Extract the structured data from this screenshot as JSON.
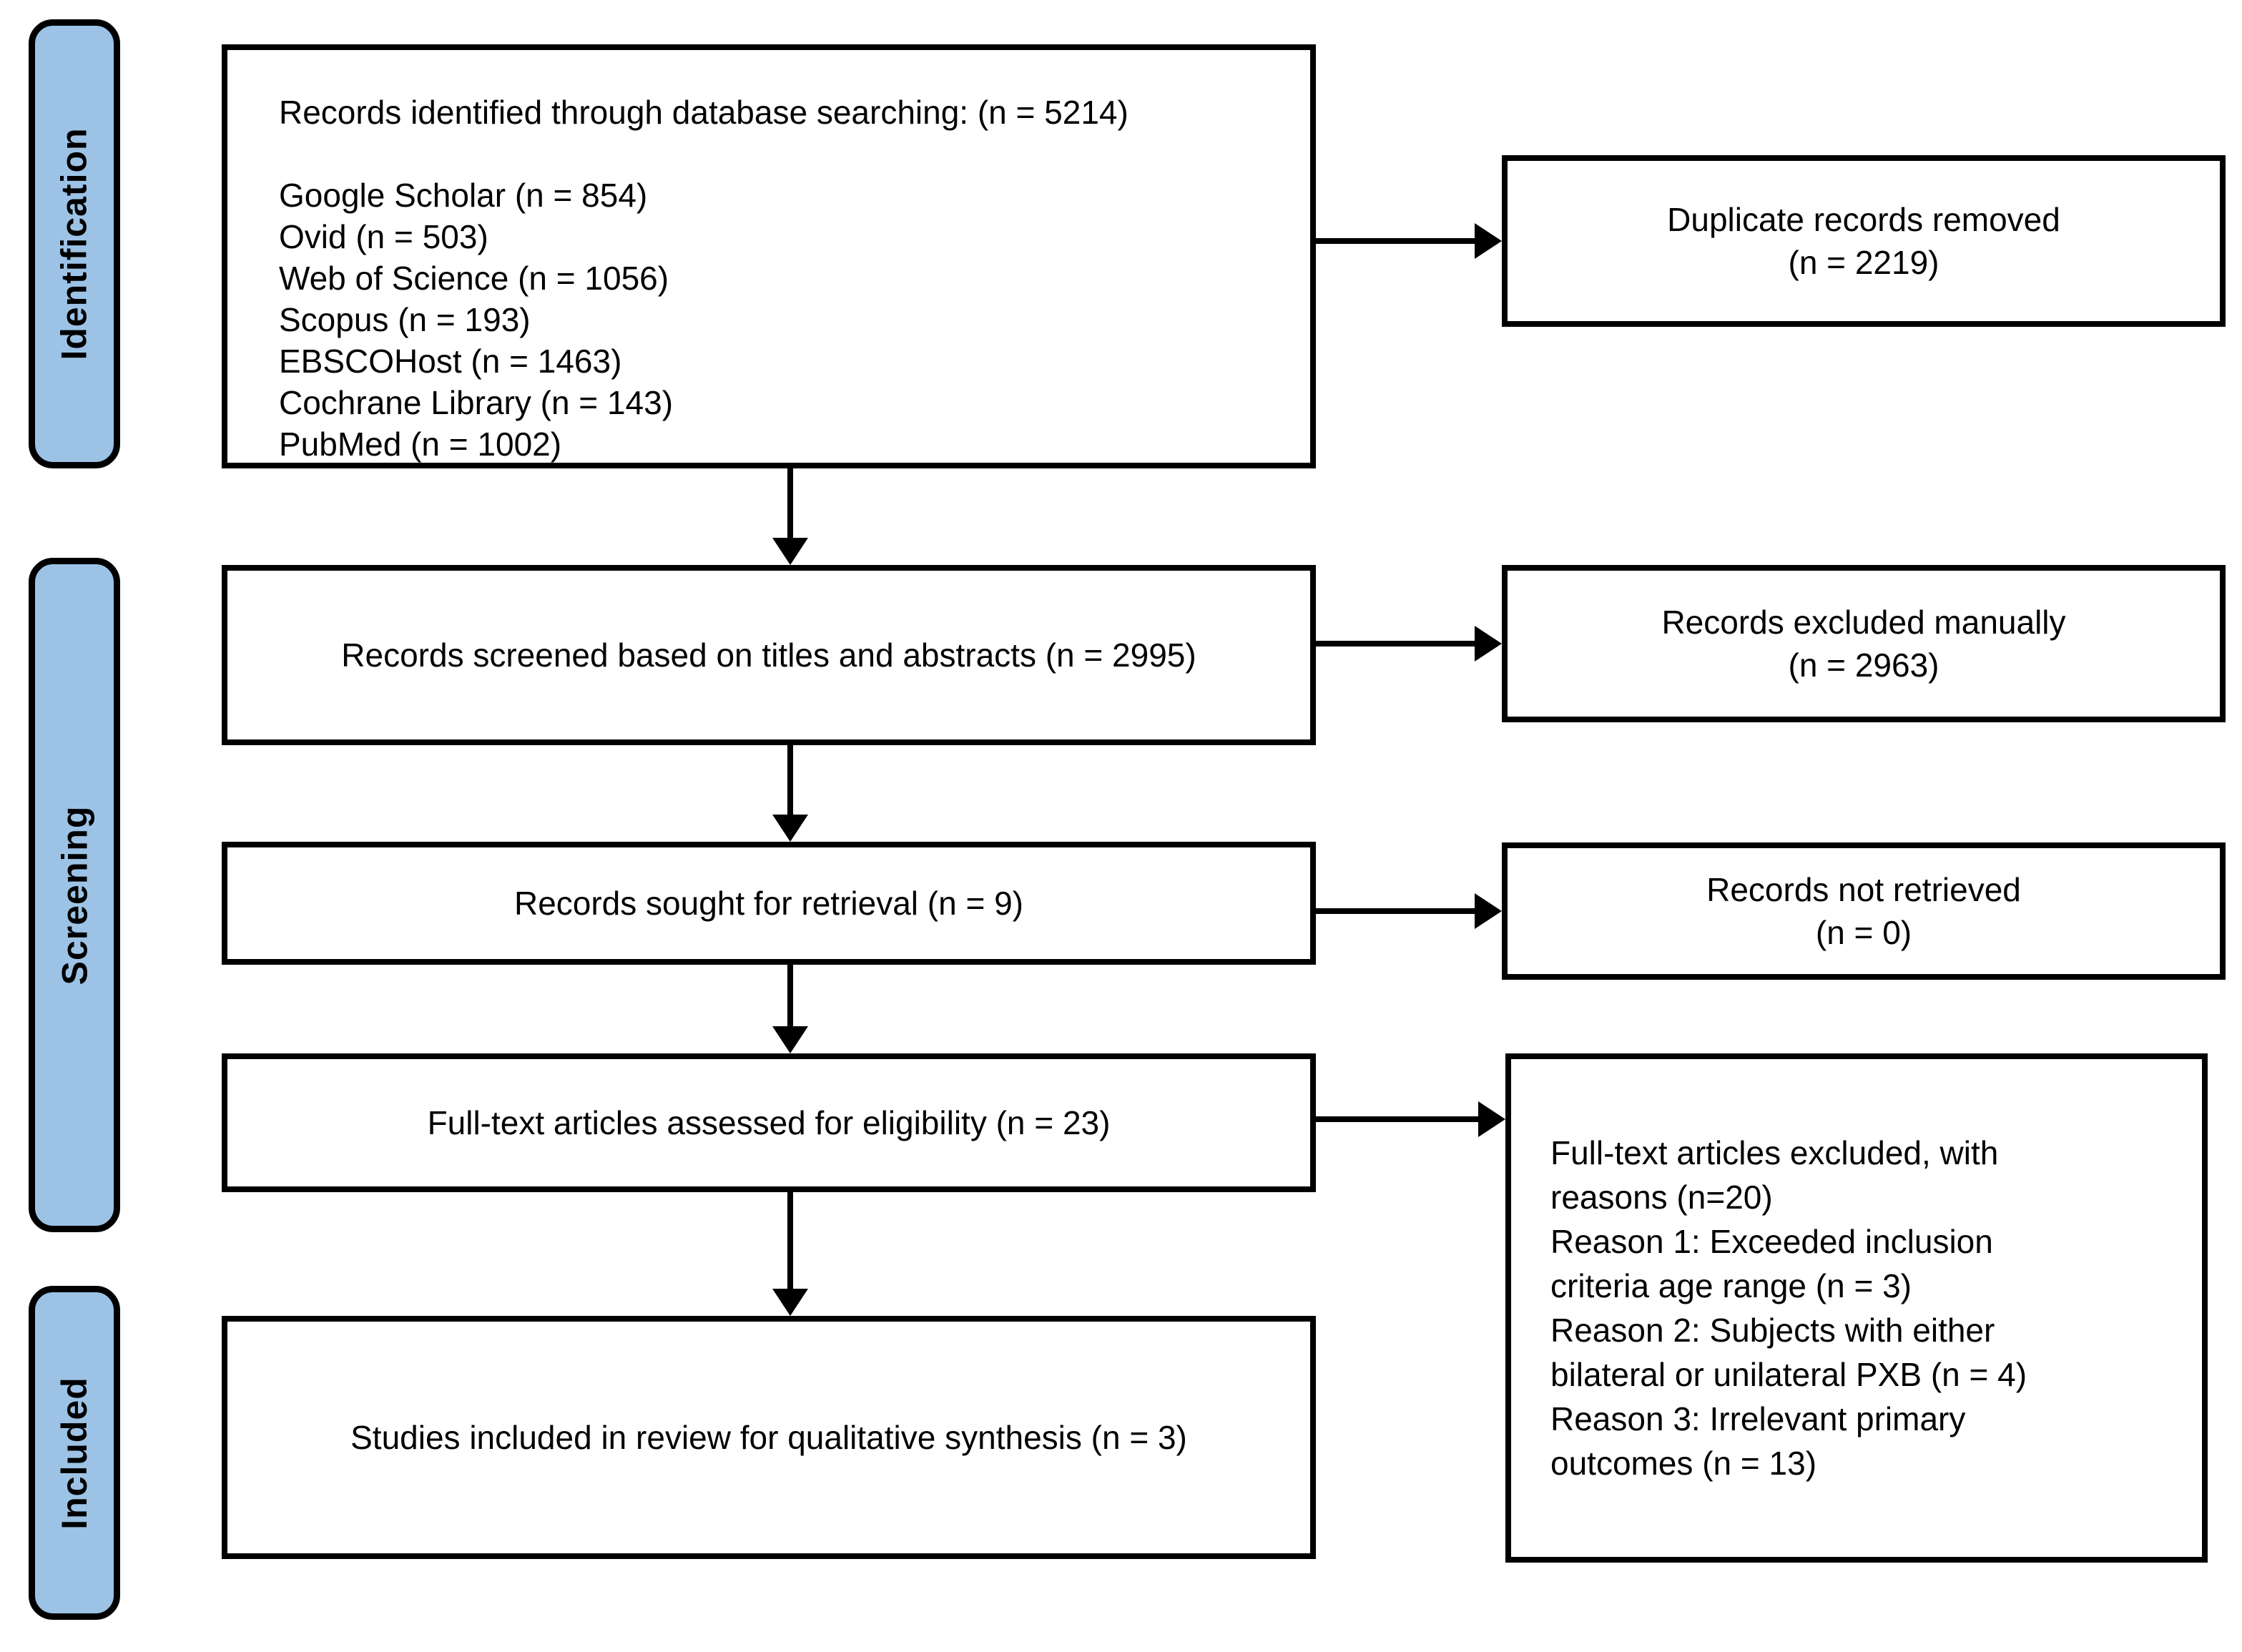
{
  "colors": {
    "stage_fill": "#9CC3E6",
    "line_color": "#000000",
    "box_fill": "#ffffff"
  },
  "stages": {
    "identification": "Identification",
    "screening": "Screening",
    "included": "Included"
  },
  "flow": {
    "identified": {
      "title": "Records identified through database searching: (n = 5214)",
      "sources": [
        "Google Scholar (n = 854)",
        "Ovid (n = 503)",
        "Web of Science (n = 1056)",
        "Scopus (n = 193)",
        "EBSCOHost (n = 1463)",
        "Cochrane Library (n = 143)",
        "PubMed (n = 1002)"
      ]
    },
    "screened": {
      "label": "Records screened based on titles and abstracts (n = 2995)"
    },
    "sought": {
      "label": "Records sought for retrieval (n = 9)"
    },
    "assessed": {
      "label": "Full-text articles assessed for eligibility (n = 23)"
    },
    "included_studies": {
      "label": "Studies included in review for qualitative synthesis (n = 3)"
    }
  },
  "side": {
    "duplicates": {
      "line1": "Duplicate records removed",
      "line2": "(n = 2219)"
    },
    "excluded_manually": {
      "line1": "Records excluded manually",
      "line2": "(n = 2963)"
    },
    "not_retrieved": {
      "line1": "Records not retrieved",
      "line2": "(n = 0)"
    },
    "fulltext_excluded": {
      "lines": [
        "Full-text articles excluded, with",
        "reasons (n=20)",
        "Reason 1: Exceeded inclusion",
        "criteria age range (n = 3)",
        "Reason 2: Subjects with either",
        "bilateral or unilateral PXB (n = 4)",
        "Reason 3: Irrelevant primary",
        "outcomes (n = 13)"
      ]
    }
  }
}
